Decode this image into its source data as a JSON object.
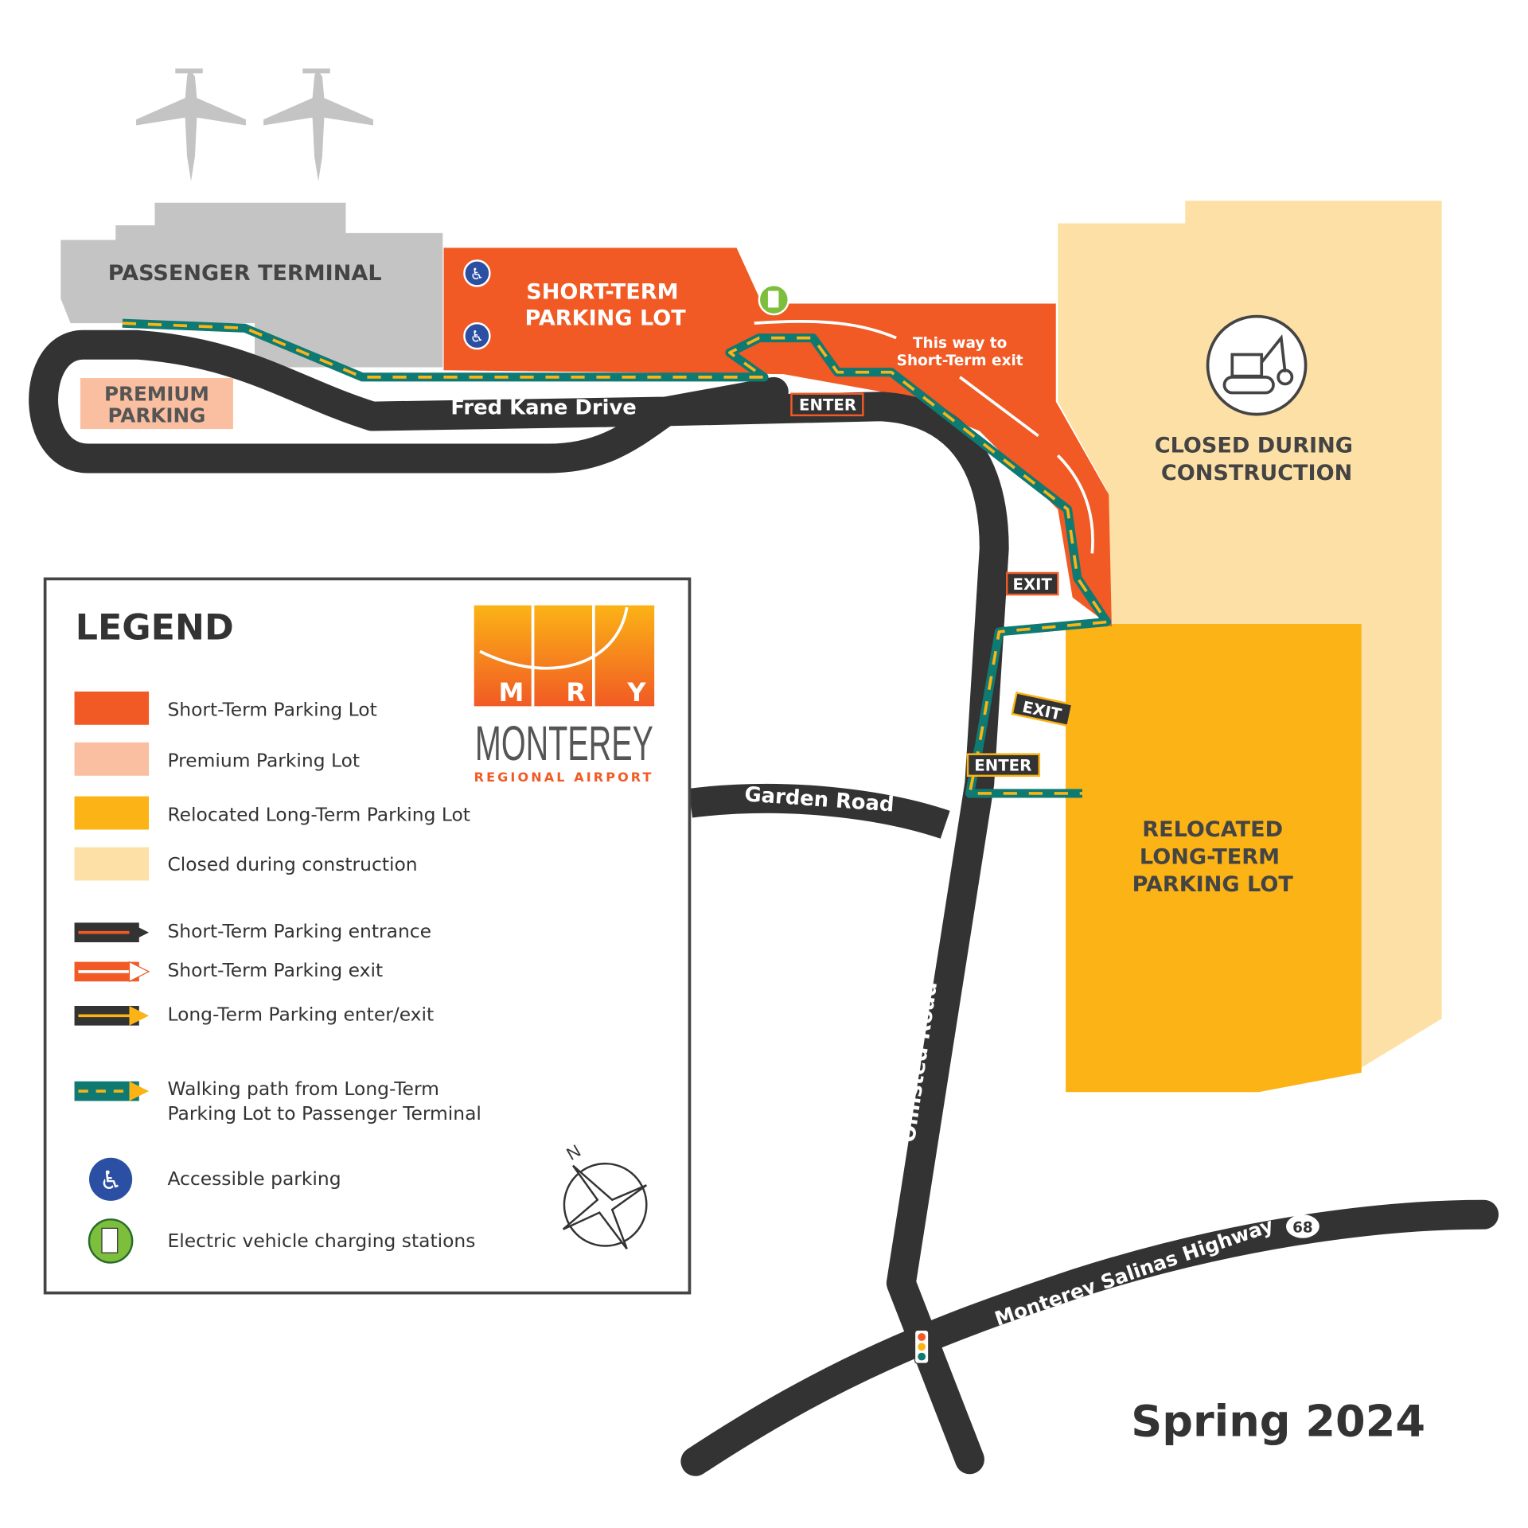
{
  "title": "Spring 2024",
  "colors": {
    "short_term": "#f15a24",
    "premium": "#f9bfa0",
    "long_term": "#fbb316",
    "closed": "#fde0a6",
    "road": "#333333",
    "walk": "#0e7a72",
    "terminal": "#c4c4c4",
    "accessible": "#2b4fa2",
    "ev": "#7dbf3d"
  },
  "map": {
    "terminal": "PASSENGER TERMINAL",
    "short_term": [
      "SHORT-TERM",
      "PARKING LOT"
    ],
    "premium": [
      "PREMIUM",
      "PARKING"
    ],
    "closed": [
      "CLOSED DURING",
      "CONSTRUCTION"
    ],
    "closed_icon": "excavator-icon",
    "long_term": [
      "RELOCATED",
      "LONG-TERM",
      "PARKING LOT"
    ],
    "exit_hint": [
      "This way to",
      "Short-Term exit"
    ],
    "roads": {
      "fred_kane": "Fred Kane Drive",
      "garden": "Garden Road",
      "olmsted": "Olmsted Road",
      "highway": "Monterey Salinas Highway",
      "highway_number": "68"
    },
    "signs": {
      "enter_short": "ENTER",
      "exit_short": "EXIT",
      "exit_long": "EXIT",
      "enter_long": "ENTER"
    }
  },
  "legend": {
    "title": "LEGEND",
    "items": [
      {
        "label": "Short-Term Parking Lot"
      },
      {
        "label": "Premium Parking Lot"
      },
      {
        "label": "Relocated Long-Term Parking Lot"
      },
      {
        "label": "Closed during construction"
      },
      {
        "label": "Short-Term Parking entrance"
      },
      {
        "label": "Short-Term Parking exit"
      },
      {
        "label": "Long-Term Parking enter/exit"
      },
      {
        "label": "Walking path from Long-Term",
        "label2": "Parking Lot to Passenger Terminal"
      },
      {
        "label": "Accessible parking",
        "icon": "wheelchair-icon"
      },
      {
        "label": "Electric vehicle charging stations",
        "icon": "ev-charger-icon"
      }
    ]
  },
  "logo": {
    "letters": [
      "M",
      "R",
      "Y"
    ],
    "name": "MONTEREY",
    "sub": "REGIONAL AIRPORT"
  }
}
